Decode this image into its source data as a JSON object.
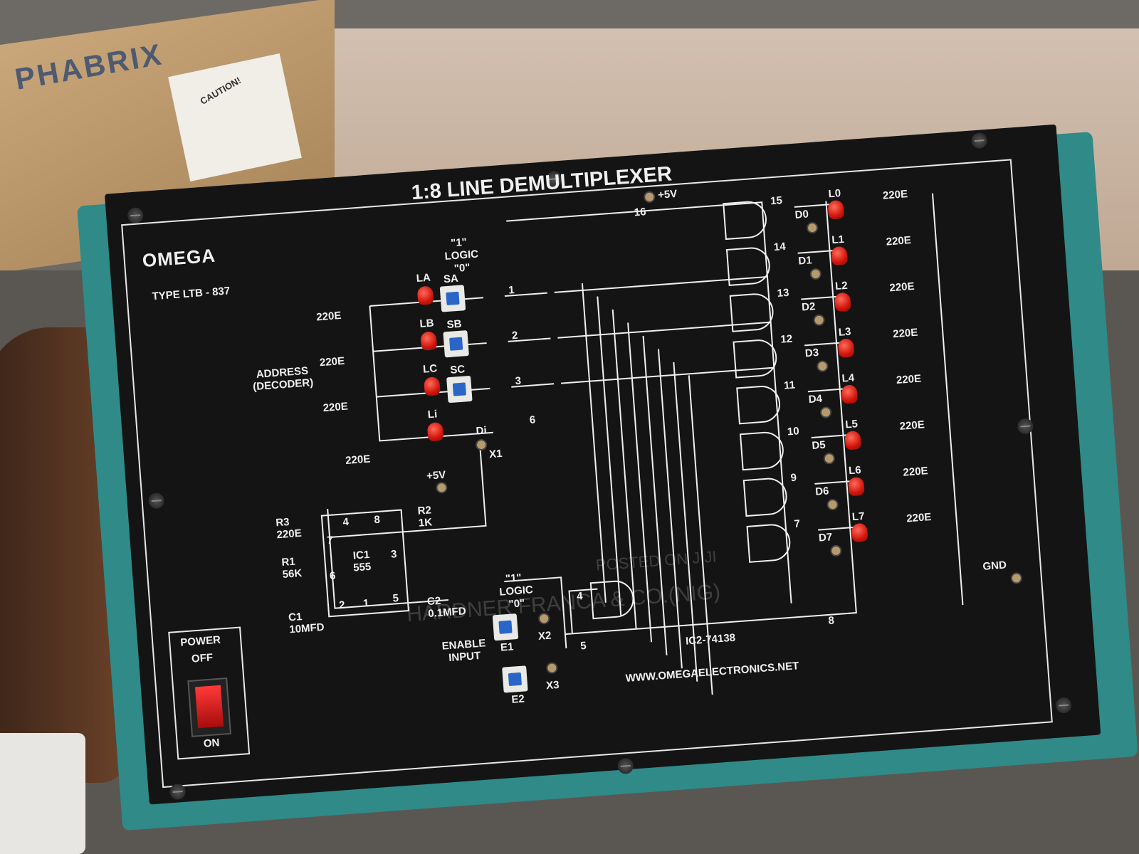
{
  "background": {
    "box_brand": "PHABRIX",
    "box_caution": "CAUTION!"
  },
  "panel": {
    "title": "1:8  LINE DEMULTIPLEXER",
    "brand": "OMEGA",
    "model": "TYPE LTB - 837",
    "website": "WWW.OMEGAELECTRONICS.NET",
    "ic2": "IC2-74138",
    "vcc": "+5V",
    "vcc2": "+5V",
    "gnd": "GND",
    "address_label": "ADDRESS\n(DECODER)",
    "logic_sw_1": "\"1\"",
    "logic_sw_label": "LOGIC",
    "logic_sw_0": "\"0\"",
    "logic_sw2_1": "\"1\"",
    "logic_sw2_label": "LOGIC",
    "logic_sw2_0": "\"0\"",
    "enable_label": "ENABLE\nINPUT",
    "power": {
      "label": "POWER",
      "off": "OFF",
      "on": "ON"
    },
    "addr_leds": [
      "LA",
      "LB",
      "LC",
      "Li"
    ],
    "addr_buttons": [
      "SA",
      "SB",
      "SC"
    ],
    "di_label": "Di",
    "x_labels": [
      "X1",
      "X2",
      "X3"
    ],
    "enable_buttons": [
      "E1",
      "E2"
    ],
    "resistor_220e": "220E",
    "pin_numbers": [
      "1",
      "2",
      "3",
      "6",
      "4",
      "5",
      "16",
      "15",
      "14",
      "13",
      "12",
      "11",
      "10",
      "9",
      "7",
      "8"
    ],
    "timer": {
      "r3": "R3\n220E",
      "r1": "R1\n56K",
      "r2": "R2\n1K",
      "ic": "IC1\n555",
      "c1": "C1\n10MFD",
      "c2": "C2\n0.1MFD",
      "pins": [
        "4",
        "8",
        "7",
        "3",
        "6",
        "2",
        "1",
        "5"
      ]
    },
    "outputs": [
      {
        "d": "D0",
        "l": "L0"
      },
      {
        "d": "D1",
        "l": "L1"
      },
      {
        "d": "D2",
        "l": "L2"
      },
      {
        "d": "D3",
        "l": "L3"
      },
      {
        "d": "D4",
        "l": "L4"
      },
      {
        "d": "D5",
        "l": "L5"
      },
      {
        "d": "D6",
        "l": "L6"
      },
      {
        "d": "D7",
        "l": "L7"
      }
    ]
  },
  "watermark": {
    "line1": "POSTED ON JIJI",
    "line2": "HARDNER FRANCA & CO.(NIG)"
  }
}
